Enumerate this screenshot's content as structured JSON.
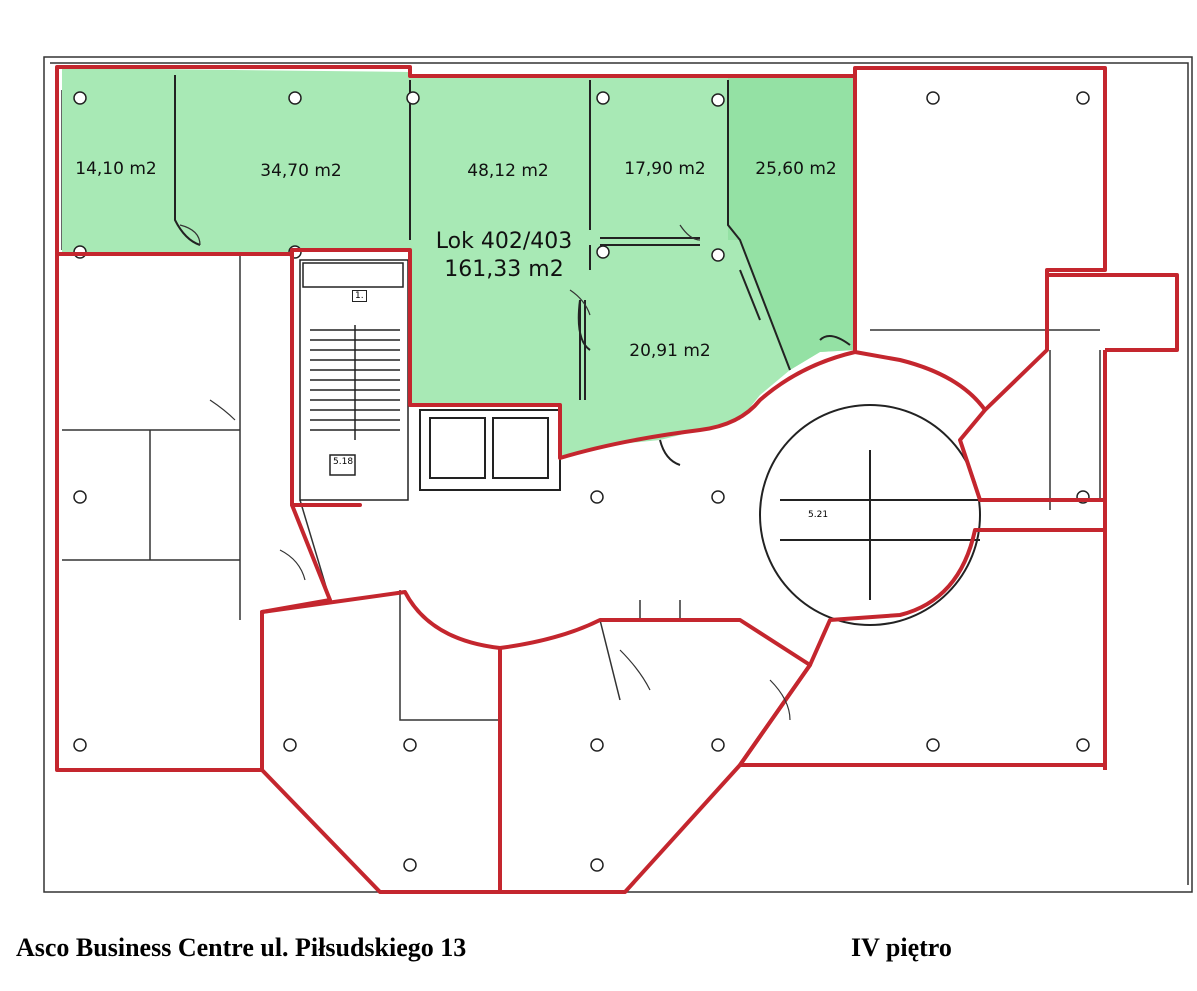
{
  "footer": {
    "address": "Asco Business Centre ul. Piłsudskiego 13",
    "floor": "IV piętro"
  },
  "unit": {
    "name": "Lok 402/403",
    "area": "161,33 m2",
    "fill_color": "#a8e9b5",
    "fill_color_dark": "#94e1a4"
  },
  "rooms": [
    {
      "id": "r1",
      "area": "14,10 m2"
    },
    {
      "id": "r2",
      "area": "34,70 m2"
    },
    {
      "id": "r3",
      "area": "48,12 m2"
    },
    {
      "id": "r4",
      "area": "17,90 m2"
    },
    {
      "id": "r5",
      "area": "25,60 m2"
    },
    {
      "id": "r6",
      "area": "20,91 m2"
    }
  ],
  "stair_marks": {
    "landing": "1.",
    "room_code": "5.18",
    "wc_code": "5.21"
  },
  "colors": {
    "outline": "#c4262e",
    "wall": "#222222"
  }
}
